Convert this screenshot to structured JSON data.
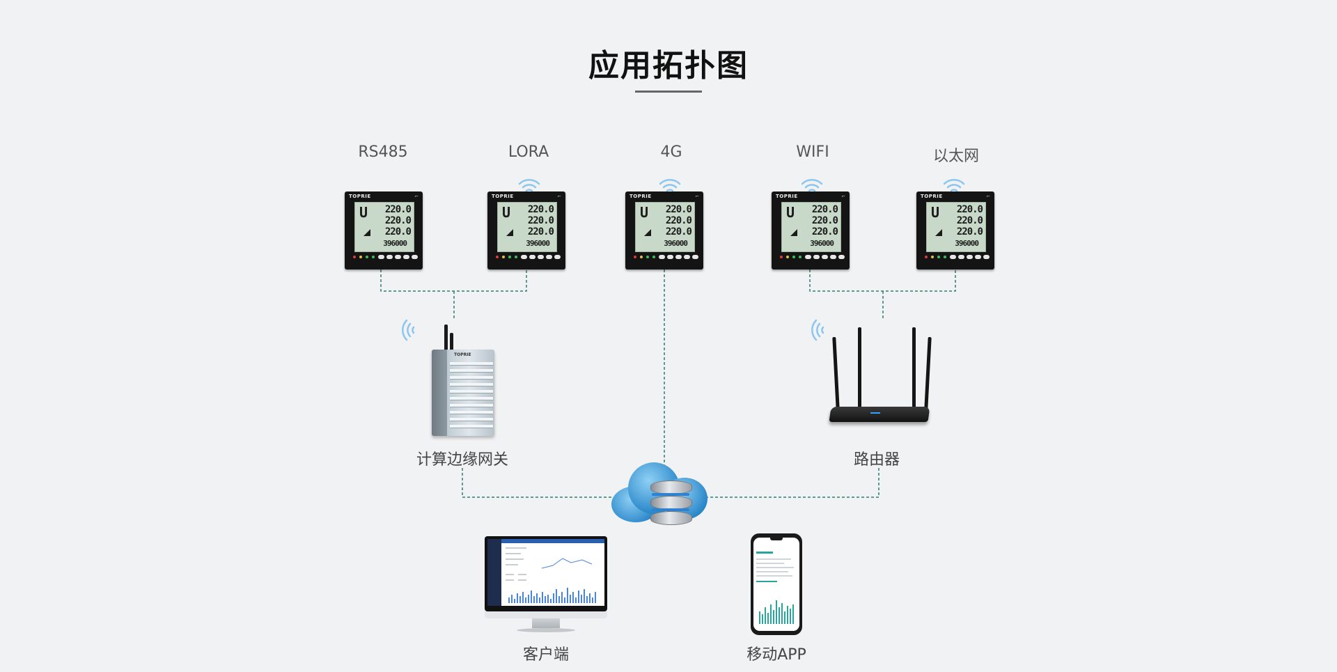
{
  "title": "应用拓扑图",
  "protocols": [
    {
      "id": "rs485",
      "label": "RS485",
      "wireless": false
    },
    {
      "id": "lora",
      "label": "LORA",
      "wireless": true
    },
    {
      "id": "4g",
      "label": "4G",
      "wireless": true
    },
    {
      "id": "wifi",
      "label": "WIFI",
      "wireless": true
    },
    {
      "id": "ethernet",
      "label": "以太网",
      "wireless": true
    }
  ],
  "meter": {
    "brand": "TOPRIE",
    "phase_symbol": "U",
    "readings": [
      "220.0",
      "220.0",
      "220.0"
    ],
    "total": "396000"
  },
  "nodes": {
    "gateway": {
      "label": "计算边缘网关",
      "logo": "TOPRIE"
    },
    "router": {
      "label": "路由器"
    },
    "client": {
      "label": "客户端"
    },
    "mobile": {
      "label": "移动APP"
    }
  },
  "colors": {
    "link_dashed": "#2f7d6a",
    "wifi_icon": "#8cc6ee",
    "title_underline": "#666666"
  }
}
